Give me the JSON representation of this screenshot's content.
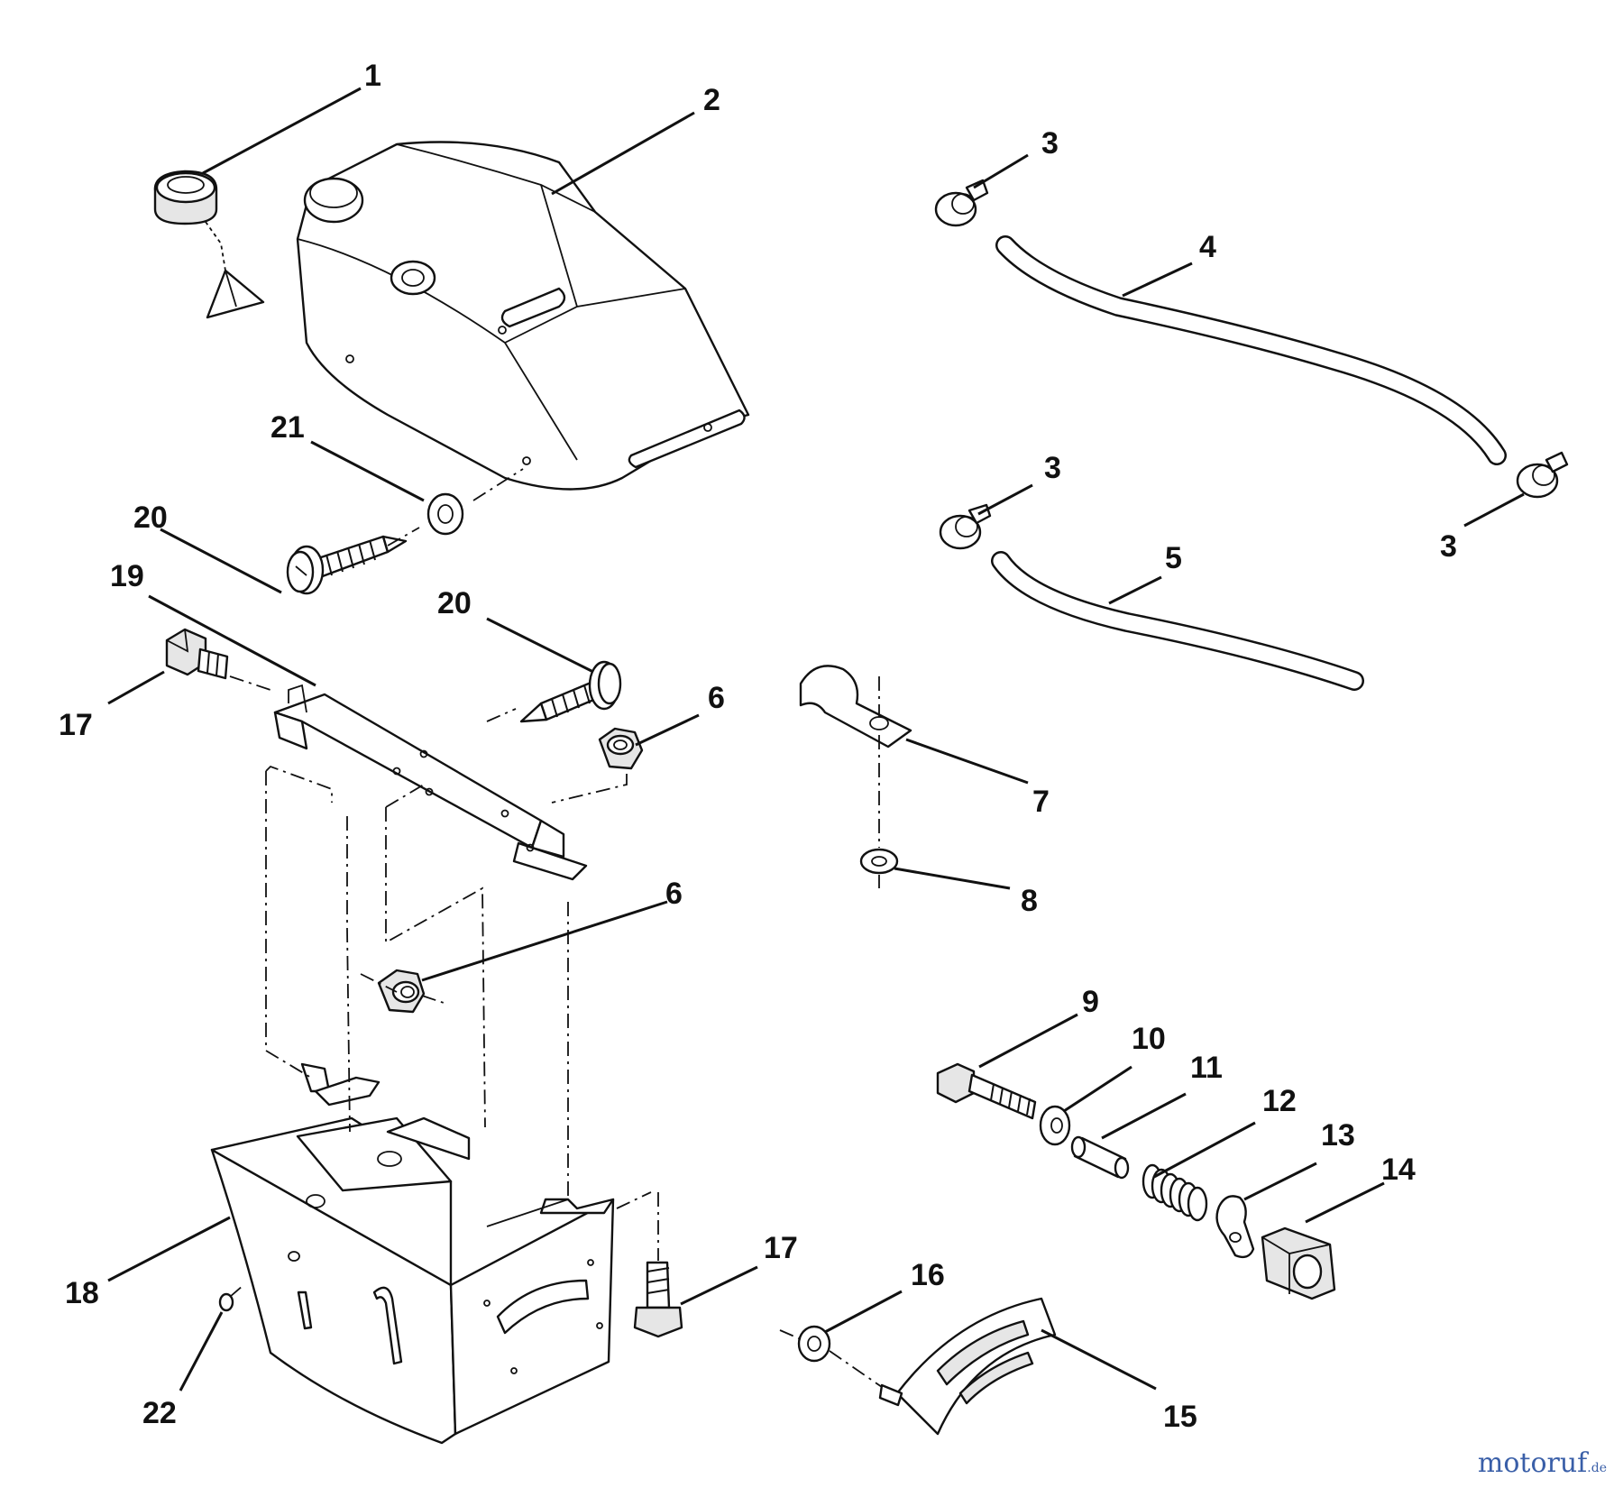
{
  "callouts": [
    "1",
    "2",
    "3",
    "3",
    "3",
    "3",
    "4",
    "5",
    "6",
    "6",
    "7",
    "8",
    "9",
    "10",
    "11",
    "12",
    "13",
    "14",
    "15",
    "16",
    "17",
    "17",
    "18",
    "19",
    "20",
    "20",
    "21",
    "22"
  ],
  "watermark": {
    "name": "motoruf",
    "tld": ".de"
  }
}
